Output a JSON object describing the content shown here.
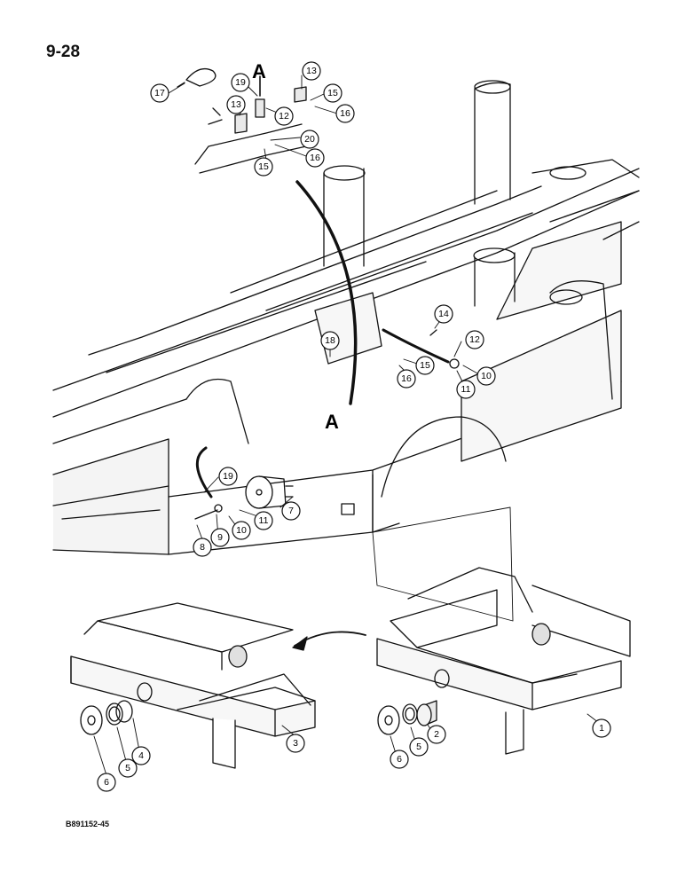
{
  "page_number": "9-28",
  "figure_code": "B891152-45",
  "section_marks": [
    "A",
    "A"
  ],
  "callouts": {
    "c17": "17",
    "c19a": "19",
    "c13a": "13",
    "c12a": "12",
    "c13b": "13",
    "c15a": "15",
    "c16a": "16",
    "c20": "20",
    "c15b": "15",
    "c16b": "16",
    "c14": "14",
    "c12b": "12",
    "c18": "18",
    "c15c": "15",
    "c16c": "16",
    "c10a": "10",
    "c11a": "11",
    "c19b": "19",
    "c7": "7",
    "c8": "8",
    "c9": "9",
    "c10b": "10",
    "c11b": "11",
    "c3": "3",
    "c4": "4",
    "c5a": "5",
    "c6a": "6",
    "c1": "1",
    "c2": "2",
    "c5b": "5",
    "c6b": "6"
  },
  "colors": {
    "ink": "#111111",
    "paper": "#ffffff",
    "shade": "#e9e9e9"
  }
}
